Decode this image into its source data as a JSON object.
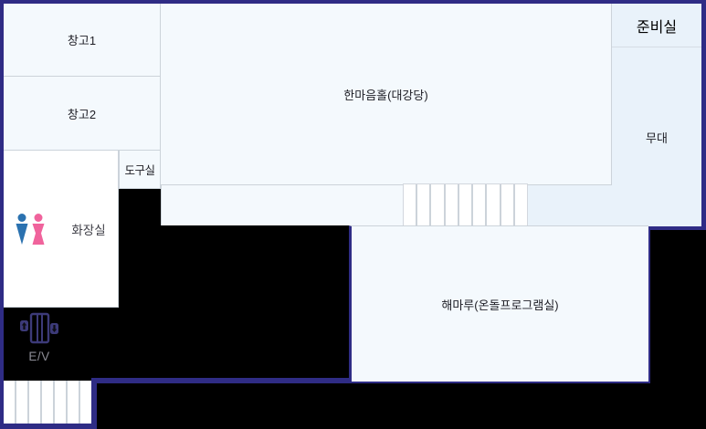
{
  "theme": {
    "outline-navy": "#2f2c85",
    "room-light": "#f4f9fd",
    "room-blue": "#e9f2fa",
    "room-white": "#ffffff",
    "border-gray": "#ccd3da",
    "bg-black": "#000000",
    "male-blue": "#2b72b0",
    "female-pink": "#f0639c",
    "text-dark": "#1d1d24",
    "text-gray": "#8d8d96"
  },
  "rooms": {
    "storage1": {
      "label": "창고1"
    },
    "storage2": {
      "label": "창고2"
    },
    "hall": {
      "label": "한마음홀(대강당)"
    },
    "prep_room": {
      "label": "준비실"
    },
    "stage": {
      "label": "무대"
    },
    "tool_room": {
      "label": "도구실"
    },
    "restroom": {
      "label": "화장실"
    },
    "haemaru": {
      "label": "해마루(온돌프로그램실)"
    },
    "elevator": {
      "label": "E/V"
    }
  },
  "stairs": {
    "upper_steps": 9,
    "lower_steps": 7
  },
  "icons": {
    "restroom_male": "male-figure-icon",
    "restroom_female": "female-figure-icon",
    "elevator": "elevator-doors-icon"
  }
}
